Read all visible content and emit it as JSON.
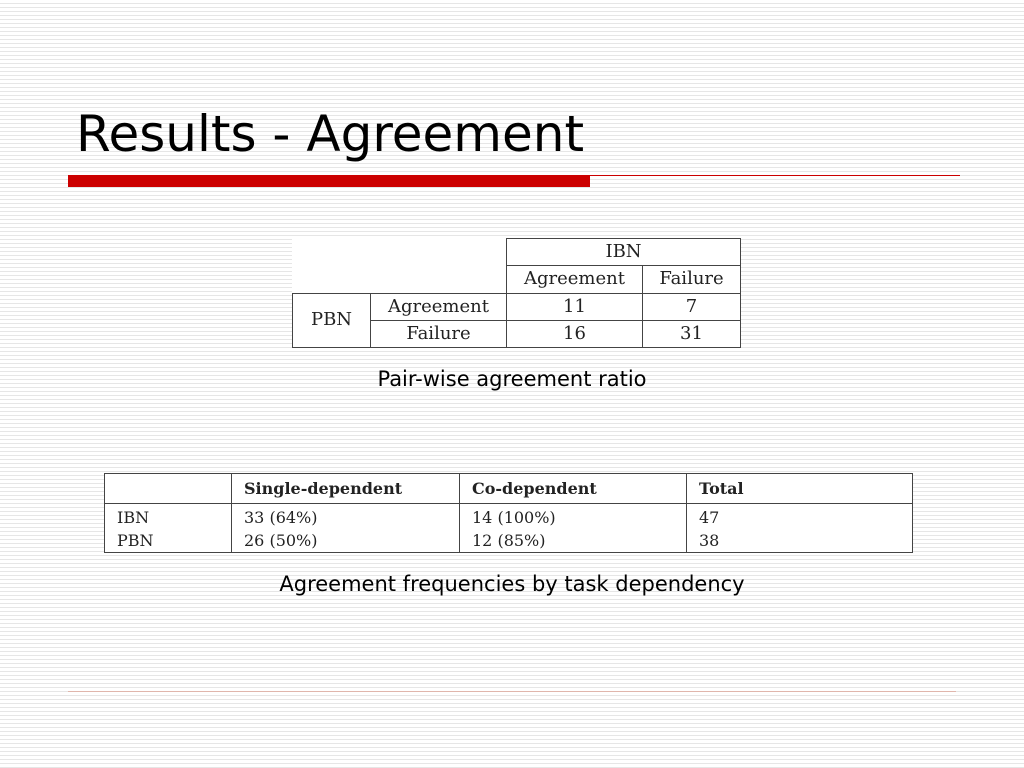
{
  "slide": {
    "title": "Results - Agreement",
    "accent_color": "#cc0000"
  },
  "table1": {
    "column_group": "IBN",
    "column_headers": [
      "Agreement",
      "Failure"
    ],
    "row_group": "PBN",
    "rows": [
      {
        "label": "Agreement",
        "values": [
          "11",
          "7"
        ]
      },
      {
        "label": "Failure",
        "values": [
          "16",
          "31"
        ]
      }
    ],
    "caption": "Pair-wise agreement ratio"
  },
  "table2": {
    "headers": [
      "",
      "Single-dependent",
      "Co-dependent",
      "Total"
    ],
    "rows": [
      {
        "label": "IBN",
        "single": "33 (64%)",
        "co": "14 (100%)",
        "total": "47"
      },
      {
        "label": "PBN",
        "single": "26 (50%)",
        "co": "12 (85%)",
        "total": "38"
      }
    ],
    "caption": "Agreement frequencies by task dependency"
  }
}
